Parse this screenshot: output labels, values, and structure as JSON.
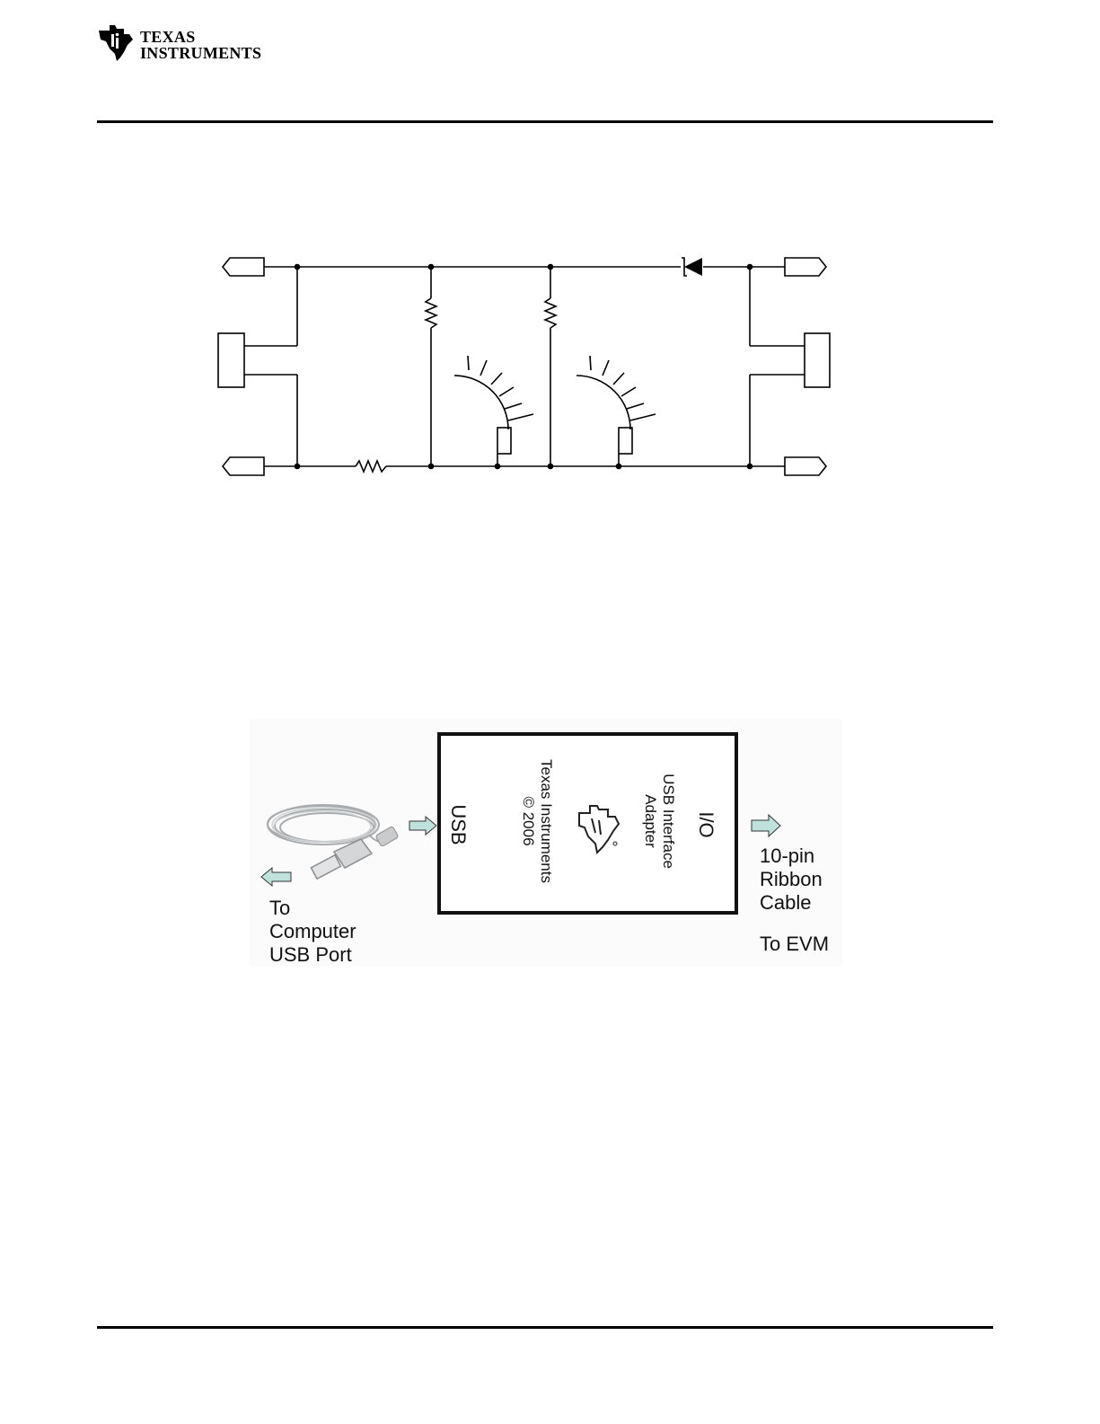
{
  "header": {
    "logo_line1": "Texas",
    "logo_line2": "Instruments"
  },
  "adapter_figure": {
    "usb_label": "USB",
    "io_label": "I/O",
    "maker_line1": "Texas Instruments",
    "maker_line2": "© 2006",
    "product_line1": "USB Interface",
    "product_line2": "Adapter",
    "left_caption": [
      "To",
      "Computer",
      "USB Port"
    ],
    "right_caption": [
      "10-pin",
      "Ribbon",
      "Cable"
    ],
    "right_caption_2": "To EVM"
  },
  "colors": {
    "arrow_fill": "#bfe3dc",
    "rule": "#000000"
  }
}
